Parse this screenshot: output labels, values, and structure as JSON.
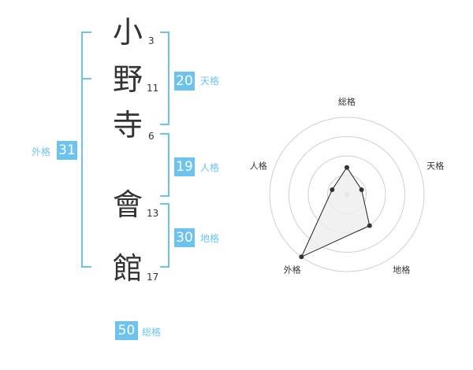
{
  "name": {
    "chars": [
      {
        "char": "小",
        "strokes": "3"
      },
      {
        "char": "野",
        "strokes": "11"
      },
      {
        "char": "寺",
        "strokes": "6"
      },
      {
        "char": "會",
        "strokes": "13"
      },
      {
        "char": "館",
        "strokes": "17"
      }
    ]
  },
  "kakusu": {
    "tenkaku": {
      "value": "20",
      "label": "天格"
    },
    "jinkaku": {
      "value": "19",
      "label": "人格"
    },
    "chikaku": {
      "value": "30",
      "label": "地格"
    },
    "gaikaku": {
      "value": "31",
      "label": "外格"
    },
    "soukaku": {
      "value": "50",
      "label": "総格"
    }
  },
  "accent_color": "#6cc3f0",
  "chart_data": {
    "type": "radar",
    "axes": [
      "総格",
      "天格",
      "地格",
      "外格",
      "人格"
    ],
    "values": [
      0.35,
      0.2,
      0.5,
      1.0,
      0.2
    ],
    "range": [
      0,
      1
    ],
    "rings": 4,
    "grid": true
  }
}
